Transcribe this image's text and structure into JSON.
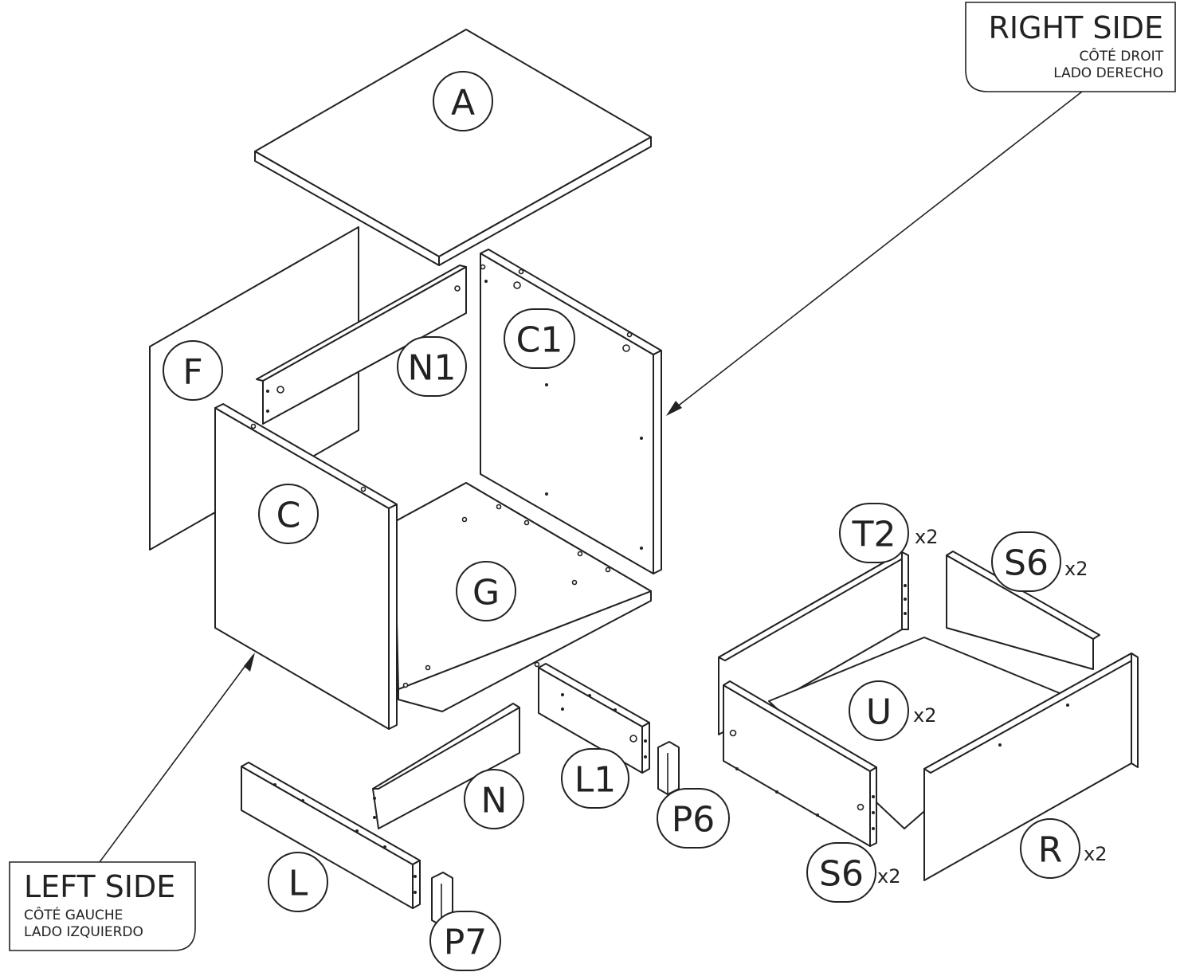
{
  "right_side": {
    "title": "RIGHT SIDE",
    "fr": "CÔTÉ DROIT",
    "es": "LADO DERECHO"
  },
  "left_side": {
    "title": "LEFT SIDE",
    "fr": "CÔTÉ GAUCHE",
    "es": "LADO IZQUIERDO"
  },
  "parts": {
    "A": "A",
    "F": "F",
    "N1": "N1",
    "C1": "C1",
    "C": "C",
    "G": "G",
    "T2": "T2",
    "S6_back": "S6",
    "U": "U",
    "S6_front": "S6",
    "R": "R",
    "L1": "L1",
    "N": "N",
    "P6": "P6",
    "L": "L",
    "P7": "P7"
  },
  "quantities": {
    "T2": "x2",
    "S6_back": "x2",
    "U": "x2",
    "S6_front": "x2",
    "R": "x2"
  },
  "colors": {
    "line": "#222222",
    "background": "#ffffff"
  }
}
